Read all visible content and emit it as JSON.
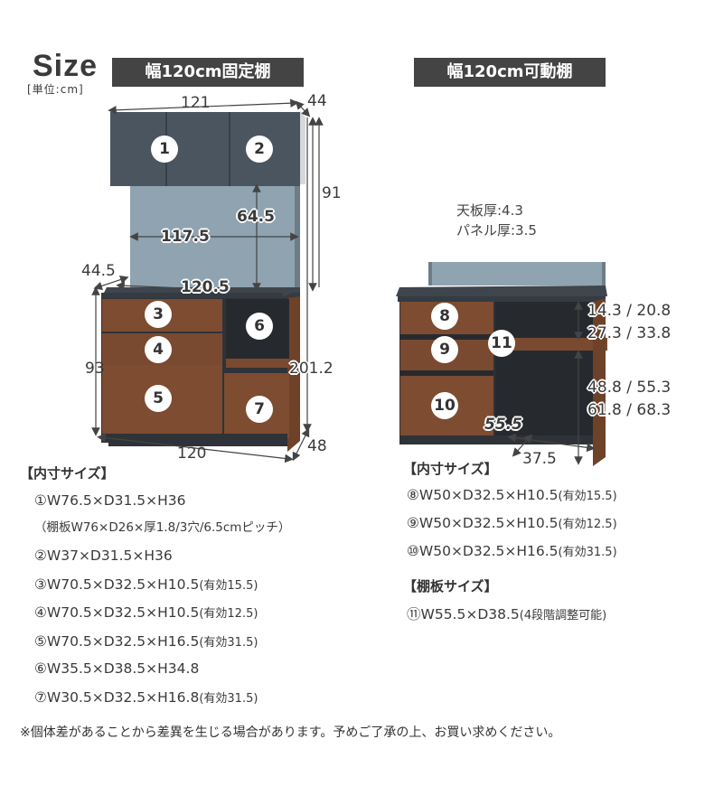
{
  "header": {
    "title": "Size",
    "unit": "[単位:cm]"
  },
  "left_model": {
    "banner": "幅120cm固定棚",
    "dimensions": {
      "top_width": "121",
      "top_depth": "44",
      "upper_height": "91",
      "panel_height": "64.5",
      "panel_width": "117.5",
      "counter_depth": "44.5",
      "counter_width": "120.5",
      "base_height": "93",
      "total_height": "201.2",
      "base_width": "120",
      "base_depth": "48"
    },
    "badges": [
      "1",
      "2",
      "3",
      "4",
      "5",
      "6",
      "7"
    ]
  },
  "right_model": {
    "banner": "幅120cm可動棚",
    "thickness": {
      "top": "天板厚:4.3",
      "panel": "パネル厚:3.5"
    },
    "dimensions": {
      "shelf_gap_1": "14.3 / 20.8",
      "shelf_gap_2": "27.3 / 33.8",
      "shelf_low_1": "48.8 / 55.3",
      "shelf_low_2": "61.8 / 68.3",
      "open_width": "55.5",
      "open_depth": "37.5"
    },
    "badges": [
      "8",
      "9",
      "10",
      "11"
    ]
  },
  "left_specs": {
    "heading": "【内寸サイズ】",
    "items": [
      {
        "text": "①W76.5×D31.5×H36",
        "note": ""
      },
      {
        "text": "（棚板W76×D26×厚1.8/3穴/6.5cmピッチ）",
        "note": ""
      },
      {
        "text": "②W37×D31.5×H36",
        "note": ""
      },
      {
        "text": "③W70.5×D32.5×H10.5",
        "note": "(有効15.5)"
      },
      {
        "text": "④W70.5×D32.5×H10.5",
        "note": "(有効12.5)"
      },
      {
        "text": "⑤W70.5×D32.5×H16.5",
        "note": "(有効31.5)"
      },
      {
        "text": "⑥W35.5×D38.5×H34.8",
        "note": ""
      },
      {
        "text": "⑦W30.5×D32.5×H16.8",
        "note": "(有効31.5)"
      }
    ]
  },
  "right_specs": {
    "heading": "【内寸サイズ】",
    "items": [
      {
        "text": "⑧W50×D32.5×H10.5",
        "note": "(有効15.5)"
      },
      {
        "text": "⑨W50×D32.5×H10.5",
        "note": "(有効12.5)"
      },
      {
        "text": "⑩W50×D32.5×H16.5",
        "note": "(有効31.5)"
      }
    ],
    "shelf_heading": "【棚板サイズ】",
    "shelf_items": [
      {
        "text": "⑪W55.5×D38.5",
        "note": "(4段階調整可能)"
      }
    ]
  },
  "footnote": "※個体差があることから差異を生じる場合があります。予めご了承の上、お買い求めください。",
  "colors": {
    "banner_bg": "#444444",
    "cabinet_gray": "#4b5560",
    "panel_blue": "#8fa3b0",
    "wood": "#7a4a30",
    "counter": "#3e454d",
    "dark_body": "#2f3338"
  }
}
